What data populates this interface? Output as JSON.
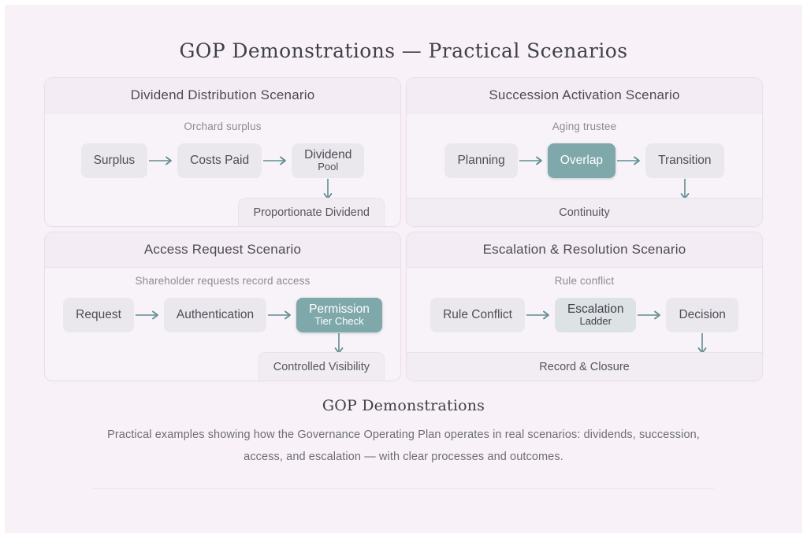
{
  "page": {
    "title": "GOP Demonstrations — Practical Scenarios",
    "background": "#f8f1f7",
    "accent_strong": "#7fa8ab",
    "accent_soft": "#dde2e4",
    "arrow_color": "#5f8d90"
  },
  "cards": [
    {
      "title": "Dividend Distribution Scenario",
      "caption": "Orchard surplus",
      "nodes": [
        {
          "label": "Surplus",
          "sub": "",
          "style": "plain"
        },
        {
          "label": "Costs Paid",
          "sub": "",
          "style": "plain"
        },
        {
          "label": "Dividend",
          "sub": "Pool",
          "style": "plain"
        }
      ],
      "outcome": "Proportionate Dividend",
      "outcome_layout": "right-chip"
    },
    {
      "title": "Succession Activation Scenario",
      "caption": "Aging trustee",
      "nodes": [
        {
          "label": "Planning",
          "sub": "",
          "style": "plain"
        },
        {
          "label": "Overlap",
          "sub": "",
          "style": "highlight-strong"
        },
        {
          "label": "Transition",
          "sub": "",
          "style": "plain"
        }
      ],
      "outcome": "Continuity",
      "outcome_layout": "full-bar"
    },
    {
      "title": "Access Request Scenario",
      "caption": "Shareholder requests record access",
      "nodes": [
        {
          "label": "Request",
          "sub": "",
          "style": "plain"
        },
        {
          "label": "Authentication",
          "sub": "",
          "style": "plain"
        },
        {
          "label": "Permission",
          "sub": "Tier Check",
          "style": "highlight-strong"
        }
      ],
      "outcome": "Controlled Visibility",
      "outcome_layout": "right-chip"
    },
    {
      "title": "Escalation & Resolution Scenario",
      "caption": "Rule conflict",
      "nodes": [
        {
          "label": "Rule Conflict",
          "sub": "",
          "style": "plain"
        },
        {
          "label": "Escalation",
          "sub": "Ladder",
          "style": "highlight-soft"
        },
        {
          "label": "Decision",
          "sub": "",
          "style": "plain"
        }
      ],
      "outcome": "Record & Closure",
      "outcome_layout": "full-bar"
    }
  ],
  "footer": {
    "title": "GOP Demonstrations",
    "description": "Practical examples showing how the Governance Operating Plan operates in real scenarios: dividends, succession, access, and escalation — with clear processes and outcomes."
  },
  "icons": {
    "arrow_right": "arrow-right-icon",
    "arrow_down": "arrow-down-icon"
  }
}
